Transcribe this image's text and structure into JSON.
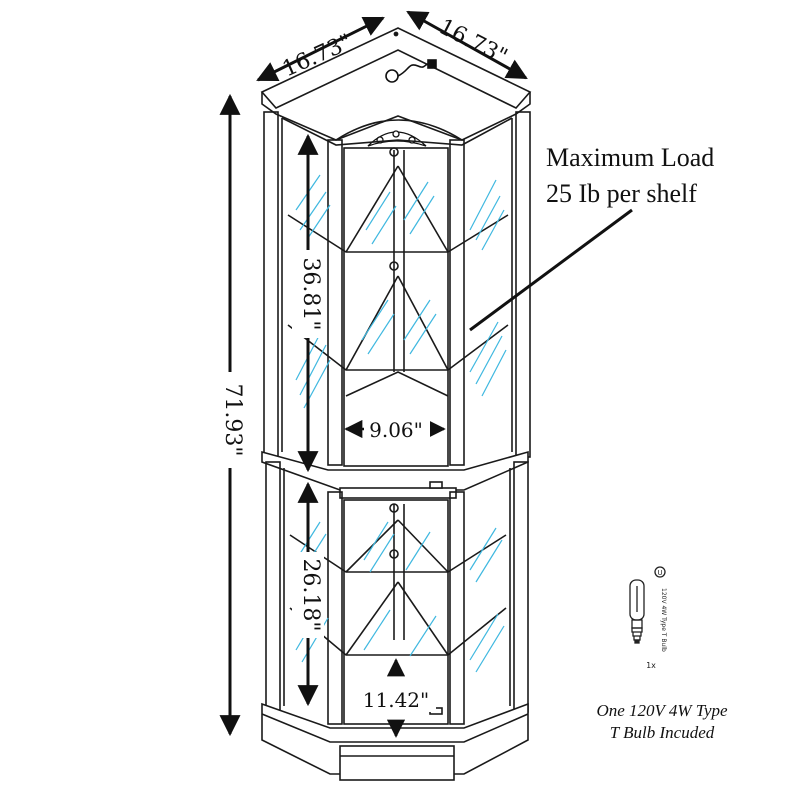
{
  "dimensions": {
    "top_depth_left": "16.73\"",
    "top_depth_right": "16.73\"",
    "total_height": "71.93\"",
    "upper_section_height": "36.81\"",
    "lower_section_height": "26.18\"",
    "shelf_width": "9.06\"",
    "lower_opening_height": "11.42\""
  },
  "load_note": {
    "line1": "Maximum Load",
    "line2": "25 Ib per shelf"
  },
  "bulb": {
    "label_line1": "One 120V 4W Type",
    "label_line2": "T Bulb Incuded",
    "quantity": "1x",
    "bulb_marking": "120V 4W Type T Bulb",
    "ul_mark": "U"
  },
  "colors": {
    "line": "#1a1a1a",
    "glass": "#3fb8e0",
    "background": "#ffffff"
  }
}
